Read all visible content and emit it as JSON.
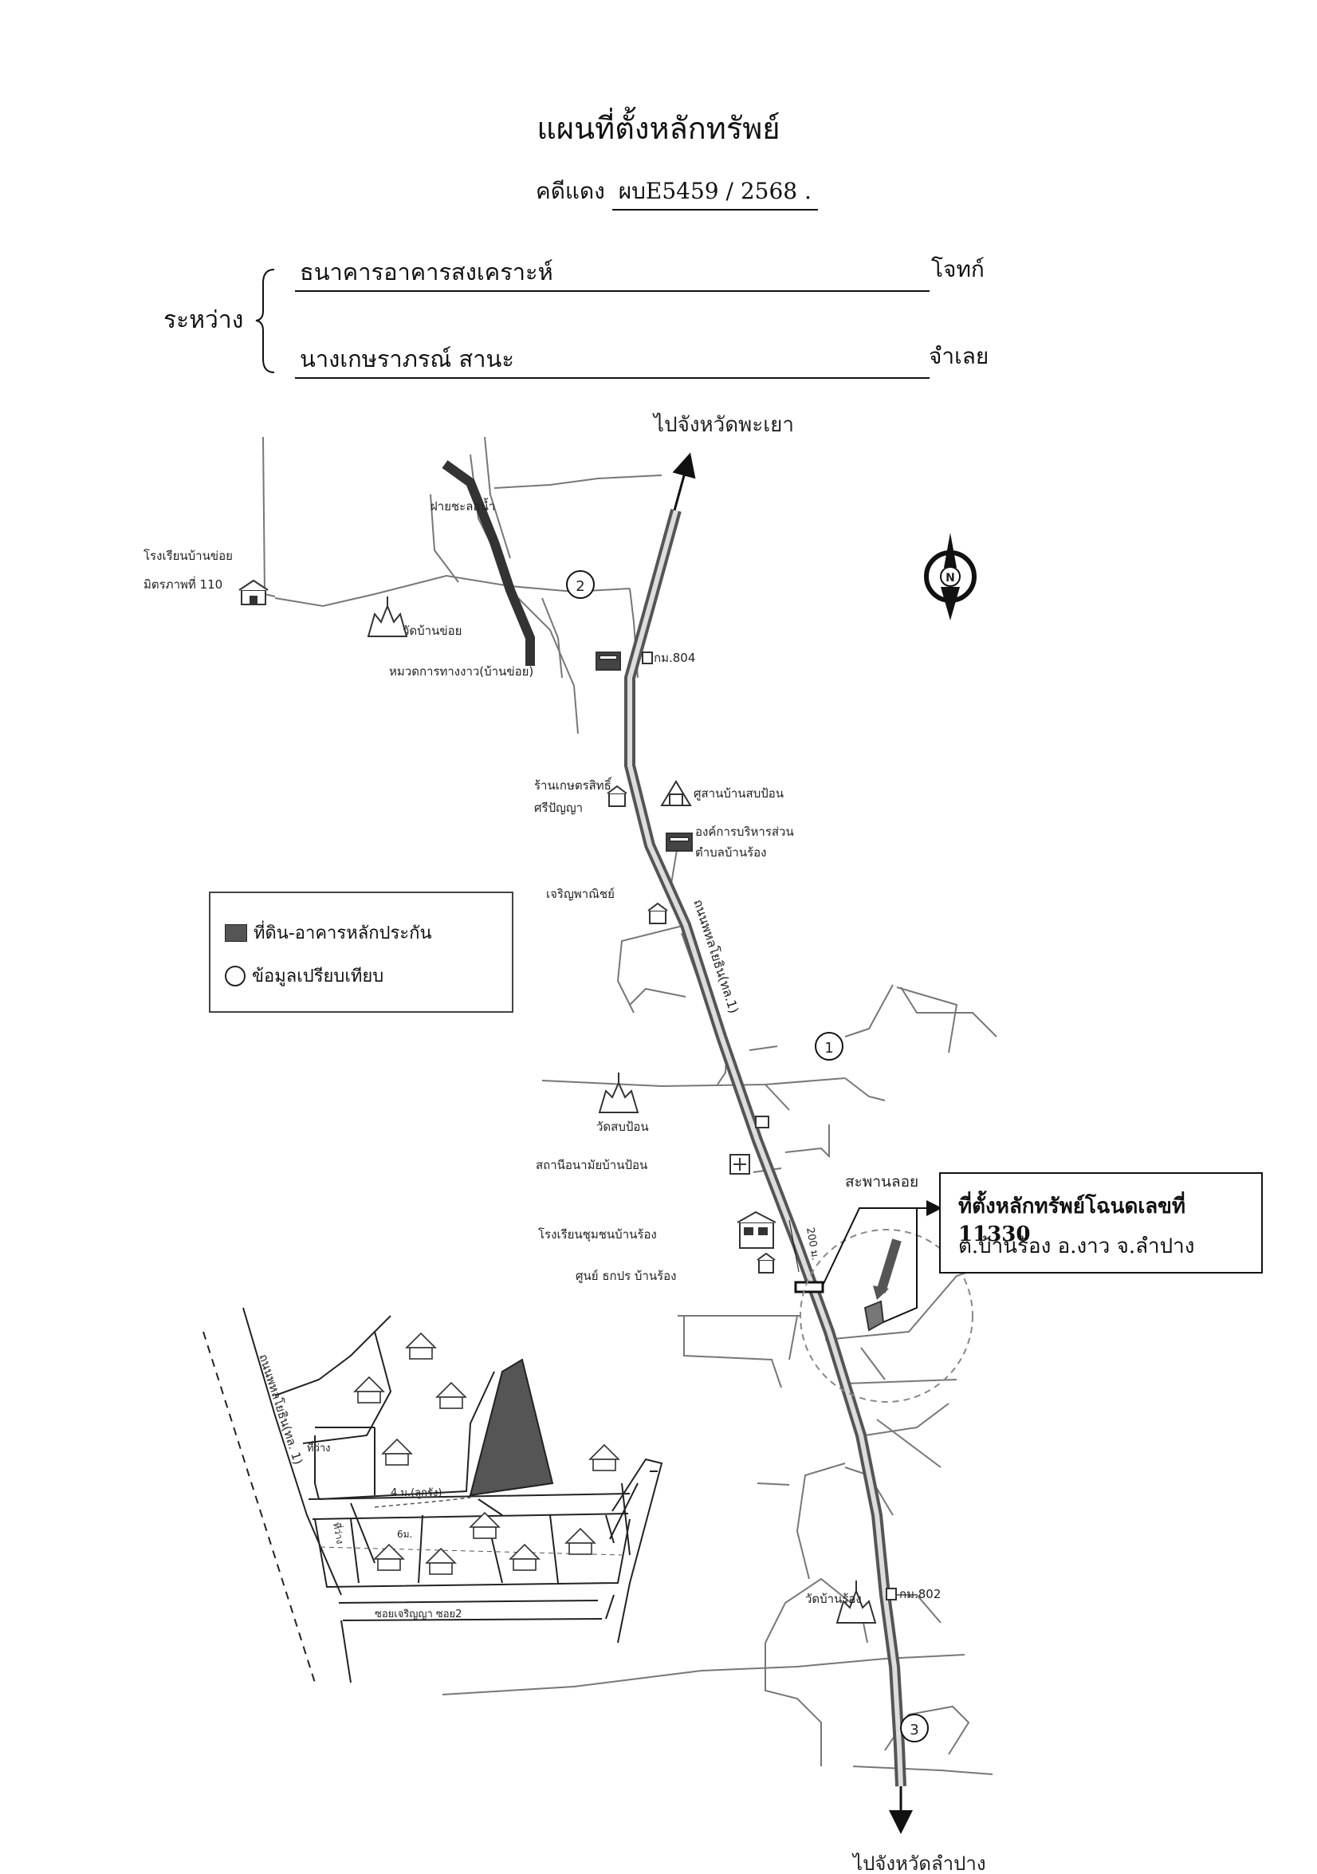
{
  "title": "แผนที่ตั้งหลักทรัพย์",
  "case": {
    "label": "คดีแดง",
    "number": "ผบE5459 / 2568 ."
  },
  "parties": {
    "between_label": "ระหว่าง",
    "plaintiff_name": "ธนาคารอาคารสงเคราะห์",
    "plaintiff_role": "โจทก์",
    "defendant_name": "นางเกษราภรณ์   สานะ",
    "defendant_role": "จำเลย"
  },
  "directions": {
    "north": "ไปจังหวัดพะเยา",
    "south": "ไปจังหวัดลำปาง"
  },
  "compass": {
    "letter": "N"
  },
  "legend": {
    "collateral": "ที่ดิน-อาคารหลักประกัน",
    "comparable": "ข้อมูลเปรียบเทียบ"
  },
  "landmarks": {
    "weir": "ฝายชะลอน้ำ",
    "school_ban_khoi": "โรงเรียนบ้านข่อย",
    "school_ban_khoi_2": "มิตรภาพที่ 110",
    "wat_ban_khoi": "วัดบ้านข่อย",
    "highway_unit": "หมวดการทางงาว(บ้านข่อย)",
    "km_804": "กม.804",
    "shop_1": "ร้านเกษตรสิทธิ์",
    "shop_2": "ศรีปัญญา",
    "shrine": "ศูสานบ้านสบป้อน",
    "sao_1": "องค์การบริหารส่วน",
    "sao_2": "ตำบลบ้านร้อง",
    "charoen": "เจริญพาณิชย์",
    "highway": "ถนนพหลโยธิน(ทล.1)",
    "wat_sop_pon": "วัดสบป้อน",
    "health_station": "สถานีอนามัยบ้านป้อน",
    "school_ban_rong": "โรงเรียนชุมชนบ้านร้อง",
    "coop": "ศูนย์ ธกปร บ้านร้อง",
    "bridge": "สะพานลอย",
    "dist_200": "200 ม.",
    "wat_ban_rong": "วัดบ้านร้อง",
    "km_802": "กม.802"
  },
  "comparables": [
    "2",
    "1",
    "3"
  ],
  "location": {
    "line1": "ที่ตั้งหลักทรัพย์โฉนดเลขที่ 11330",
    "line2": "ต.บ้านร้อง  อ.งาว จ.ลำปาง"
  },
  "inset": {
    "highway": "ถนนพหลโยธิน(ทล. 1)",
    "road_4m": "4 ม.(ลูกรัง)",
    "soi": "ซอยเจริญญา ซอย2",
    "paddy": "ที่ว่าง",
    "paddy2": "ที่ว่าง",
    "road_6m": "6ม."
  }
}
